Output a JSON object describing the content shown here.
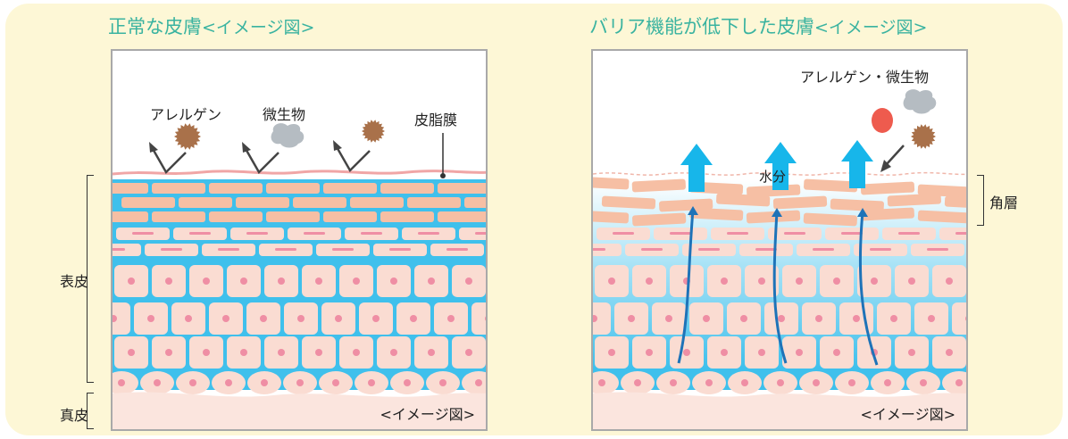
{
  "left": {
    "title_main": "正常な皮膚",
    "title_sub": "<イメージ図>",
    "labels": {
      "allergen": "アレルゲン",
      "microbe": "微生物",
      "sebum": "皮脂膜",
      "epidermis": "表皮",
      "dermis": "真皮",
      "image_note": "<イメージ図>"
    }
  },
  "right": {
    "title_main": "バリア機能が低下した皮膚",
    "title_sub": "<イメージ図>",
    "labels": {
      "allergen_microbe": "アレルゲン・微生物",
      "water": "水分",
      "stratum_corneum": "角層",
      "image_note": "<イメージ図>"
    }
  },
  "colors": {
    "title": "#3ab3a0",
    "background": "#fdf7d6",
    "skin_blue": "#3fc0ec",
    "cell_pink": "#fadcd2",
    "corneum_salmon": "#f6bfa4",
    "nucleus": "#ef8ea4",
    "dermis": "#fbe5de",
    "allergen": "#a9714a",
    "microbe": "#b5bcc2",
    "red_particle": "#ee5b4e",
    "water_arrow": "#17b6ea",
    "flow_arrow": "#1e73b8"
  },
  "icons": [
    "allergen-particle-icon",
    "microbe-icon",
    "deflect-arrow-icon",
    "water-arrow-icon",
    "flow-arrow-icon"
  ]
}
